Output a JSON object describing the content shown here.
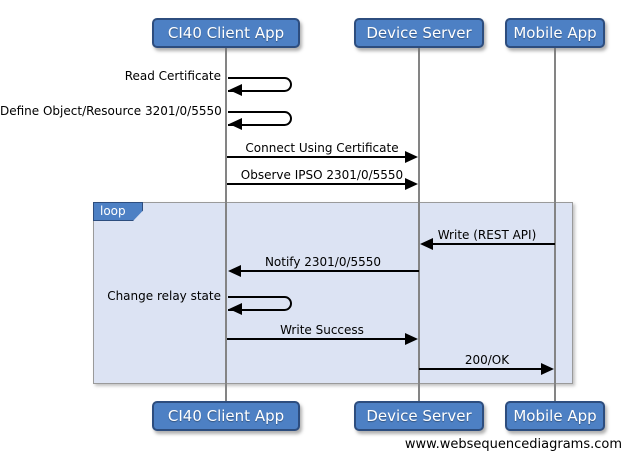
{
  "diagram": {
    "type": "sequence",
    "actors": [
      {
        "id": "ci40-client-app",
        "label": "CI40 Client App"
      },
      {
        "id": "device-server",
        "label": "Device Server"
      },
      {
        "id": "mobile-app",
        "label": "Mobile App"
      }
    ],
    "messages": [
      {
        "from": "CI40 Client App",
        "to": "CI40 Client App",
        "label": "Read Certificate",
        "kind": "self"
      },
      {
        "from": "CI40 Client App",
        "to": "CI40 Client App",
        "label": "Define Object/Resource 3201/0/5550",
        "kind": "self"
      },
      {
        "from": "CI40 Client App",
        "to": "Device Server",
        "label": "Connect Using Certificate",
        "kind": "solid-arrow"
      },
      {
        "from": "CI40 Client App",
        "to": "Device Server",
        "label": "Observe IPSO 2301/0/5550",
        "kind": "solid-arrow"
      },
      {
        "from": "Mobile App",
        "to": "Device Server",
        "label": "Write (REST API)",
        "kind": "solid-arrow",
        "in_fragment": true
      },
      {
        "from": "Device Server",
        "to": "CI40 Client App",
        "label": "Notify 2301/0/5550",
        "kind": "solid-arrow",
        "in_fragment": true
      },
      {
        "from": "CI40 Client App",
        "to": "CI40 Client App",
        "label": "Change relay state",
        "kind": "self",
        "in_fragment": true
      },
      {
        "from": "CI40 Client App",
        "to": "Device Server",
        "label": "Write Success",
        "kind": "solid-arrow",
        "in_fragment": true
      },
      {
        "from": "Device Server",
        "to": "Mobile App",
        "label": "200/OK",
        "kind": "solid-arrow",
        "in_fragment": true
      }
    ],
    "fragment": {
      "operator": "loop"
    },
    "watermark": "www.websequencediagrams.com",
    "colors": {
      "actor_fill": "#4d80c4",
      "actor_border": "#2d4d7e",
      "actor_text": "#ffffff",
      "fragment_fill": "#dce3f3",
      "fragment_border": "#9a9a9a",
      "lifeline": "#848484",
      "arrow": "#000000"
    }
  }
}
